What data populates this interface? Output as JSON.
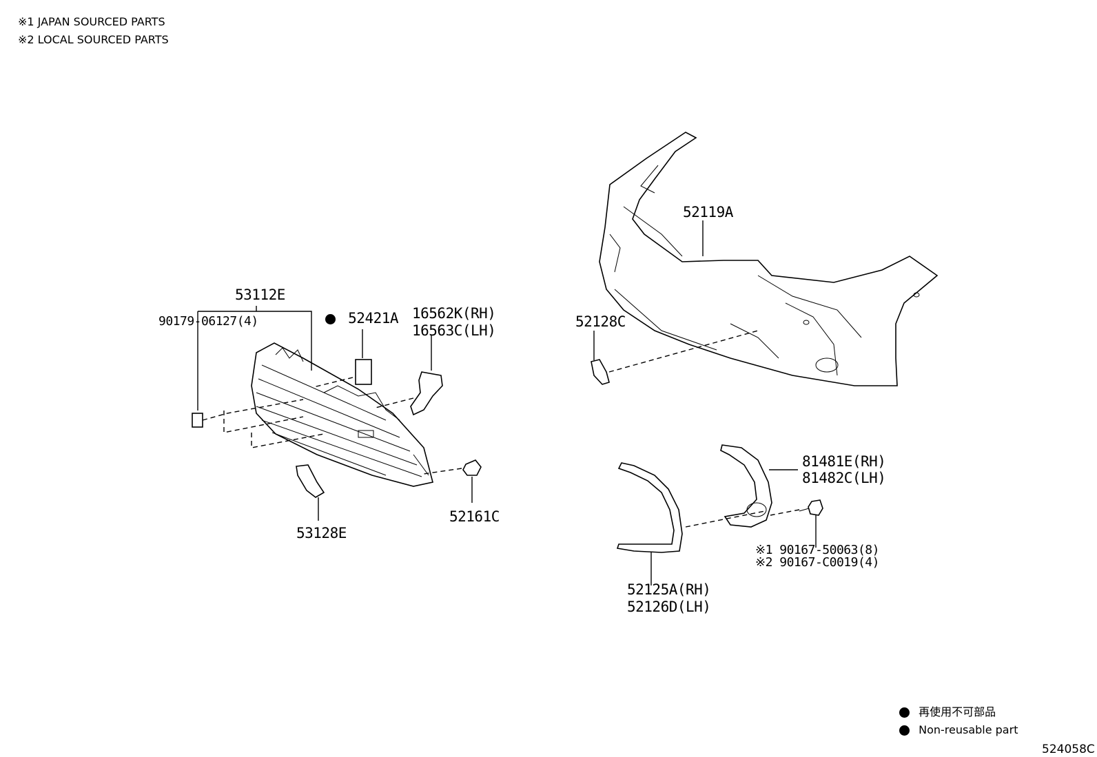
{
  "legend_top": {
    "japan": "※1  JAPAN SOURCED PARTS",
    "local": "※2  LOCAL SOURCED PARTS"
  },
  "parts": {
    "p53112E": "53112E",
    "p90179": "90179-06127(4)",
    "p52421A": "52421A",
    "p16562K": "16562K(RH)",
    "p16563C": "16563C(LH)",
    "p52161C": "52161C",
    "p53128E": "53128E",
    "p52119A": "52119A",
    "p52128C": "52128C",
    "p81481E": "81481E(RH)",
    "p81482C": "81482C(LH)",
    "p90167a": "※1 90167-50063(8)",
    "p90167b": "※2 90167-C0019(4)",
    "p52125A": "52125A(RH)",
    "p52126D": "52126D(LH)"
  },
  "legend_bottom": {
    "jp": "再使用不可部品",
    "en": "Non-reusable part"
  },
  "diagram_id": "524058C"
}
